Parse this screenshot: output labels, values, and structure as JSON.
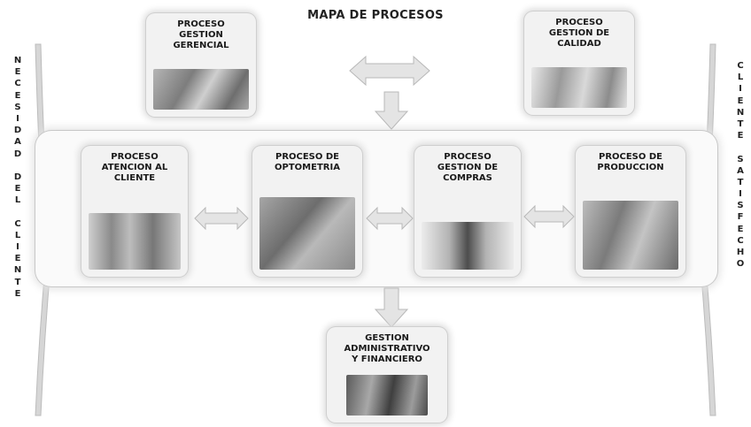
{
  "title": "MAPA DE PROCESOS",
  "left_bar": [
    "N",
    "E",
    "C",
    "E",
    "S",
    "I",
    "D",
    "A",
    "D",
    " ",
    "D",
    "E",
    "L",
    " ",
    "C",
    "L",
    "I",
    "E",
    "N",
    "T",
    "E"
  ],
  "right_bar": [
    "C",
    "L",
    "I",
    "E",
    "N",
    "T",
    "E",
    " ",
    "S",
    "A",
    "T",
    "I",
    "S",
    "F",
    "E",
    "C",
    "H",
    "O"
  ],
  "strategic": {
    "gerencial": "PROCESO\nGESTION\nGERENCIAL",
    "calidad": "PROCESO\nGESTION DE\nCALIDAD"
  },
  "core": {
    "atencion": "PROCESO\nATENCION AL\nCLIENTE",
    "optometria": "PROCESO DE\nOPTOMETRIA",
    "compras": "PROCESO\nGESTION DE\nCOMPRAS",
    "produccion": "PROCESO DE\nPRODUCCION"
  },
  "support": {
    "administrativo": "GESTION\nADMINISTRATIVO\nY FINANCIERO"
  }
}
